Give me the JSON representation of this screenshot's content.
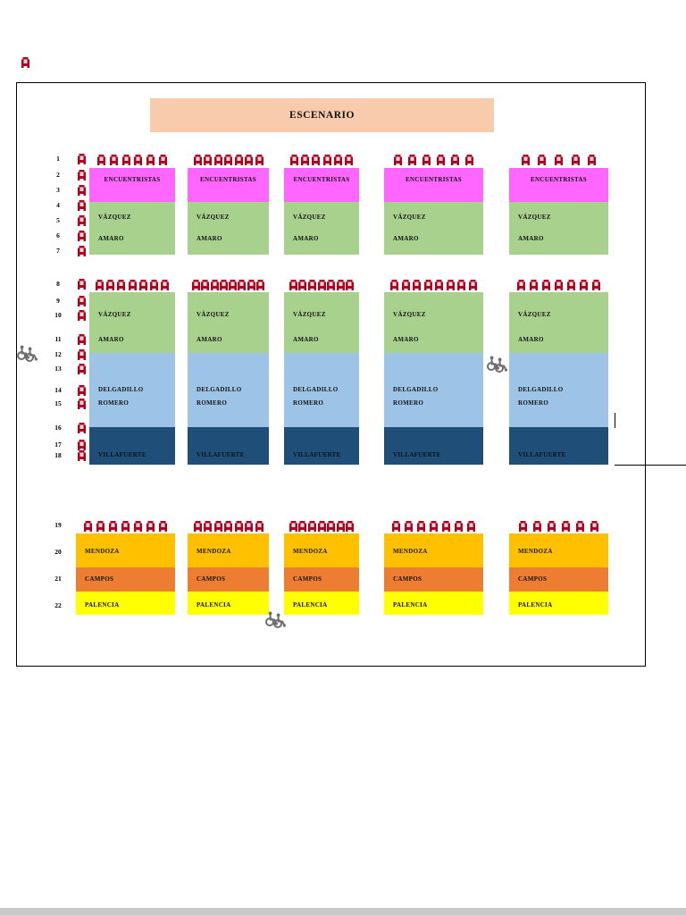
{
  "diagram": {
    "stage_label": "ESCENARIO"
  },
  "labels": {
    "encuentristas": "ENCUENTRISTAS",
    "vazquez": "VÁZQUEZ",
    "amaro": "AMARO",
    "delgadillo": "DELGADILLO",
    "romero": "ROMERO",
    "villafuerte": "VILLAFUERTE",
    "mendoza": "MENDOZA",
    "campos": "CAMPOS",
    "palencia": "PALENCIA"
  },
  "rows": [
    "1",
    "2",
    "3",
    "4",
    "5",
    "6",
    "7",
    "8",
    "9",
    "10",
    "11",
    "12",
    "13",
    "14",
    "15",
    "16",
    "17",
    "18",
    "19",
    "20",
    "21",
    "22"
  ],
  "chairs": {
    "top_row_counts": [
      6,
      7,
      6,
      6,
      5
    ],
    "middle_row_counts": [
      7,
      8,
      7,
      8,
      7
    ],
    "bottom_row_counts": [
      7,
      7,
      7,
      7,
      6
    ],
    "top_left_strip": 7,
    "middle_left_strip": 11
  },
  "wheelchair_marker_count": 3,
  "icons": {
    "chair": "chair-icon",
    "wheelchair": "wheelchair-icon"
  },
  "colors": {
    "stage": "#F8CBAD",
    "magenta": "#FF66FF",
    "green": "#A9D18E",
    "blue": "#9DC3E6",
    "navy": "#1F4E79",
    "amber": "#FFC000",
    "orange": "#ED7D31",
    "yellow": "#FFFF00",
    "chair_red": "#B00020",
    "wheelchair_gray": "#6E6E6E"
  }
}
